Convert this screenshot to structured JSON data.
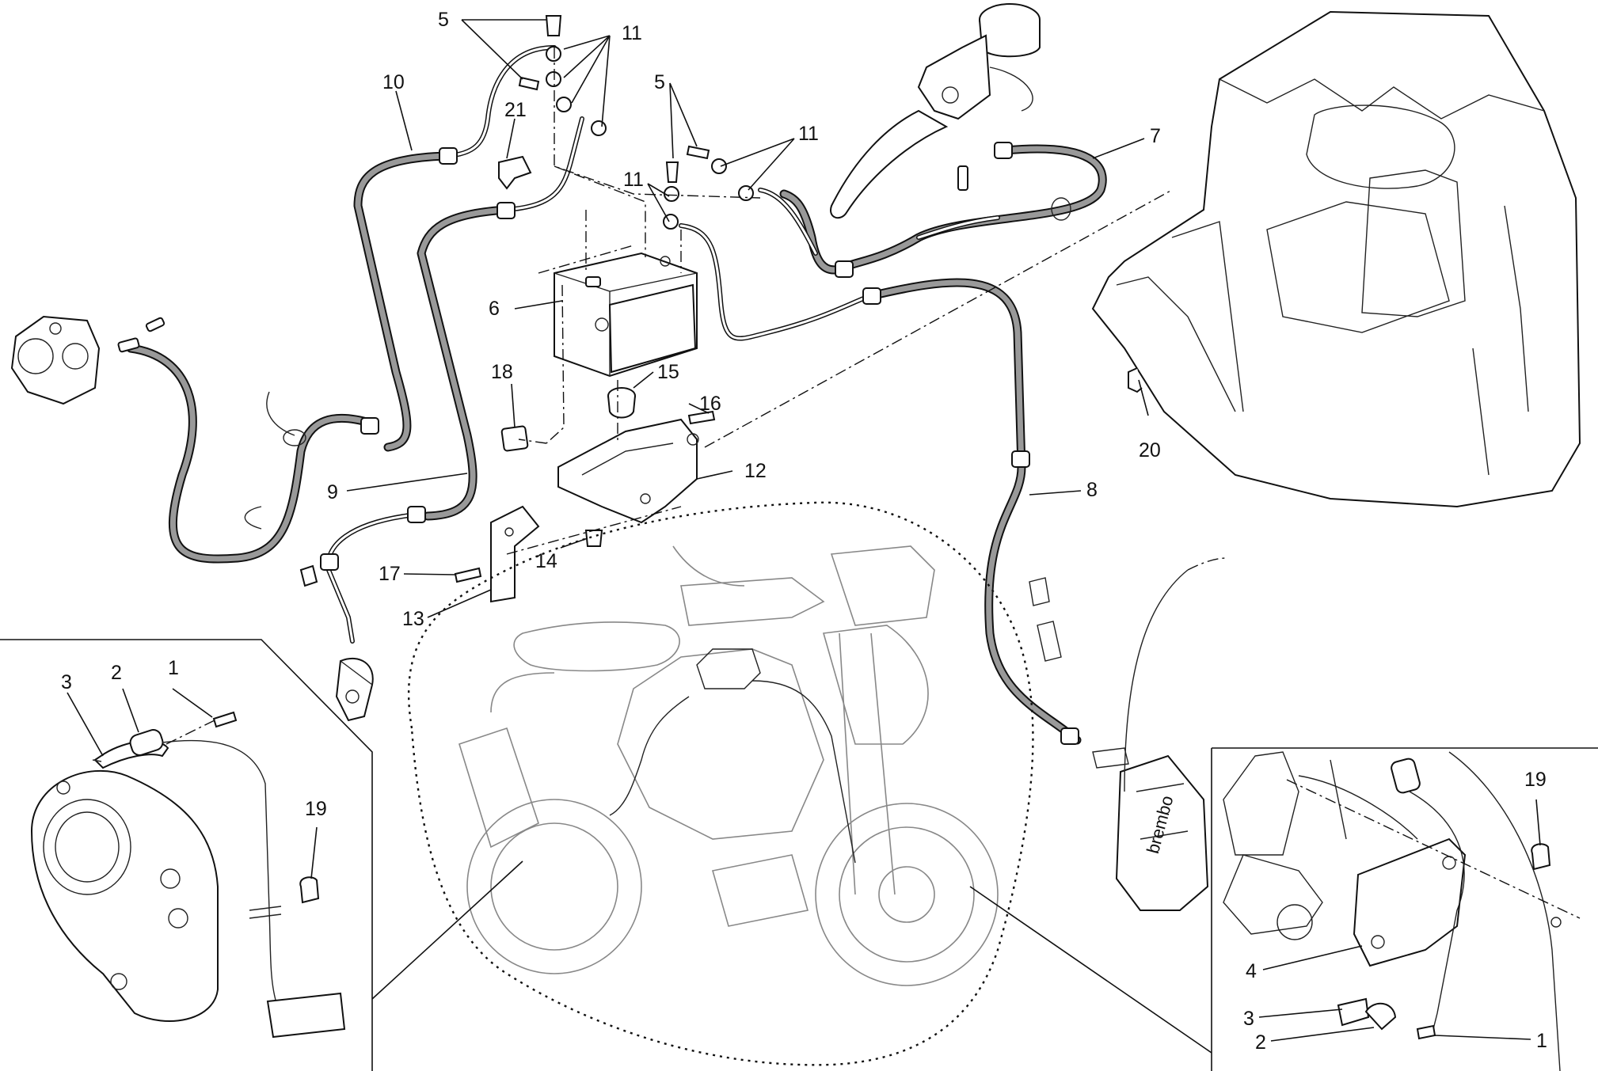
{
  "diagram": {
    "labels": [
      "1",
      "2",
      "3",
      "4",
      "5",
      "6",
      "7",
      "8",
      "9",
      "10",
      "11",
      "12",
      "13",
      "14",
      "15",
      "16",
      "17",
      "18",
      "19",
      "20",
      "21"
    ],
    "label_color": "#111111",
    "hose_fill_color": "#999999",
    "callout_style": "leader lines from part numbers to parts",
    "insets": [
      "rear wheel speed sensor detail",
      "front wheel speed sensor detail"
    ]
  }
}
